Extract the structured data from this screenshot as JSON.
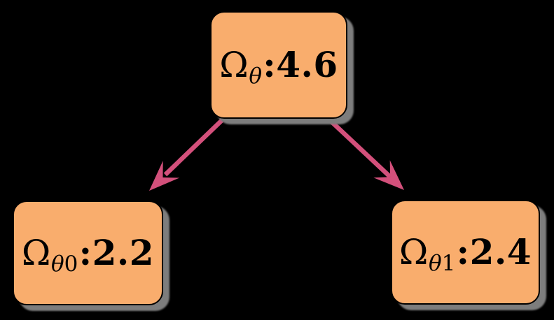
{
  "diagram": {
    "type": "tree",
    "colors": {
      "background": "#000000",
      "node_fill": "#f9ad6d",
      "node_border": "#000000",
      "node_shadow": "#7d7d7d",
      "arrow": "#d3507b",
      "text": "#000000"
    },
    "nodes": [
      {
        "id": "root",
        "symbol": "Ω",
        "sub_symbol": "θ",
        "sub_index": "",
        "separator": ":",
        "value": "4.6"
      },
      {
        "id": "child0",
        "symbol": "Ω",
        "sub_symbol": "θ",
        "sub_index": "0",
        "separator": ":",
        "value": "2.2"
      },
      {
        "id": "child1",
        "symbol": "Ω",
        "sub_symbol": "θ",
        "sub_index": "1",
        "separator": ":",
        "value": "2.4"
      }
    ],
    "edges": [
      {
        "from": "root",
        "to": "child0",
        "style": "stealth-arrow"
      },
      {
        "from": "root",
        "to": "child1",
        "style": "stealth-arrow"
      }
    ]
  }
}
